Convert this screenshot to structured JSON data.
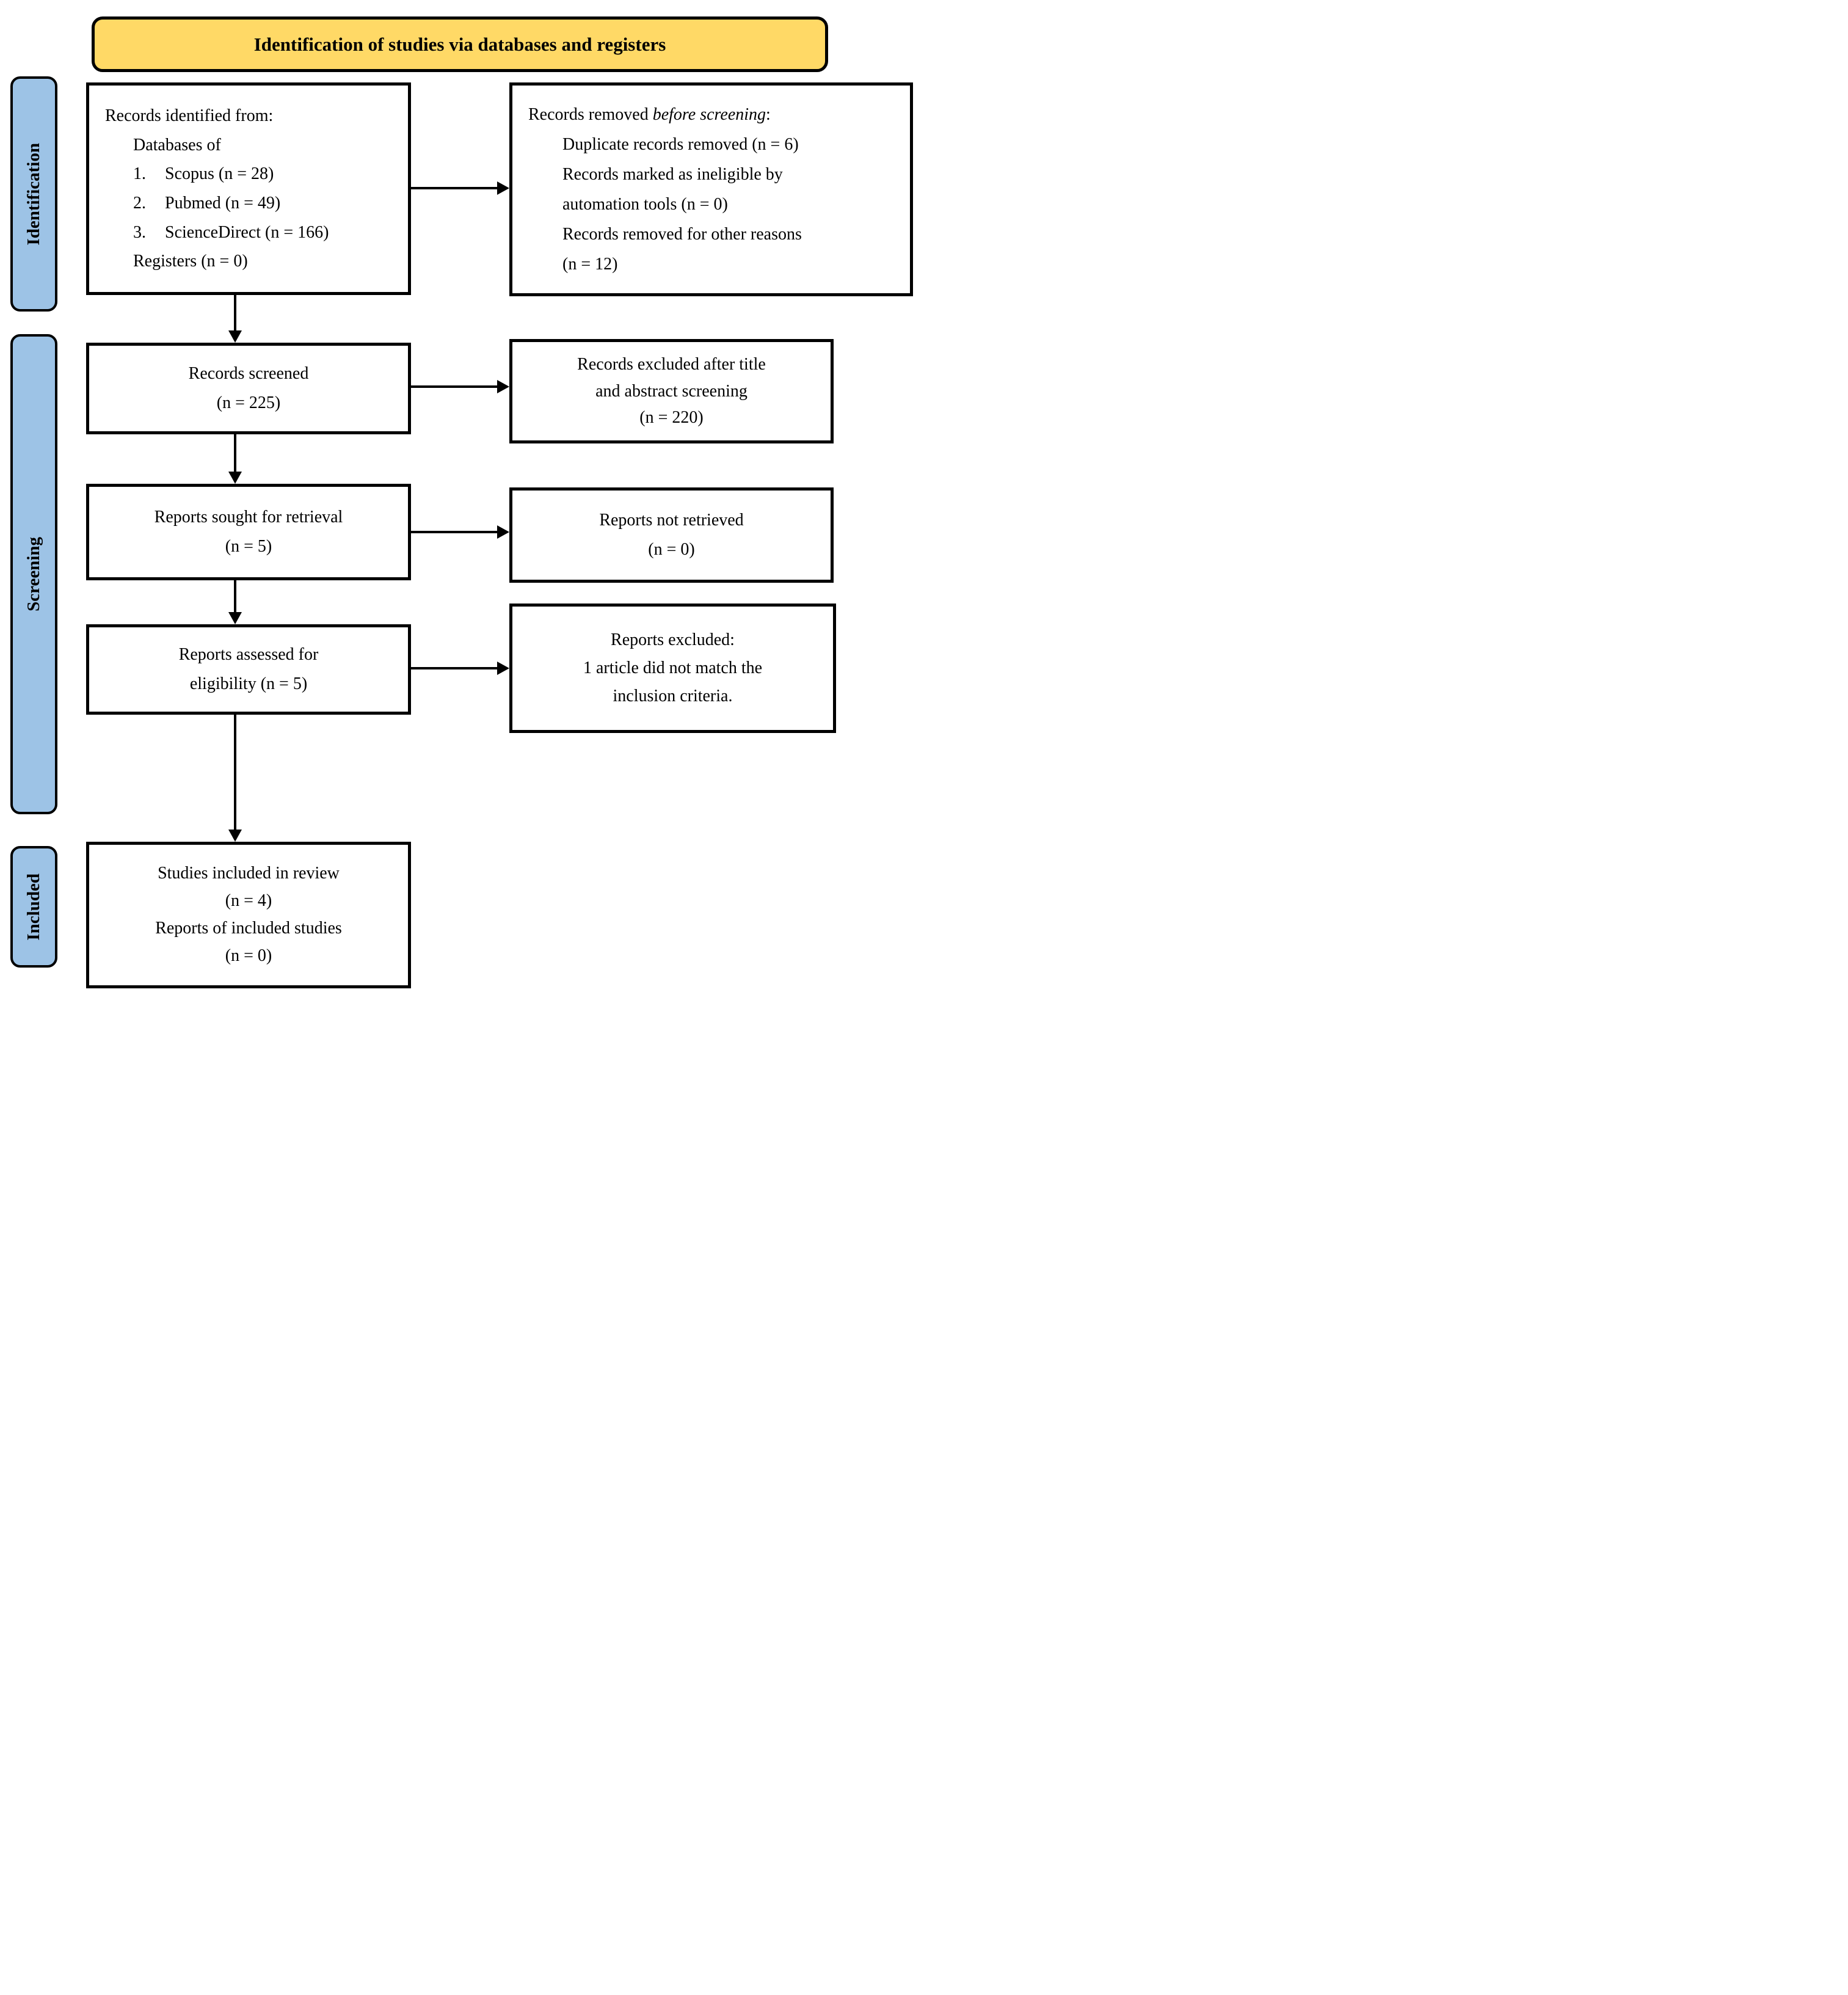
{
  "title": "Identification of studies via databases and registers",
  "sidebar": {
    "identification": "Identification",
    "screening": "Screening",
    "included": "Included"
  },
  "identification_box": {
    "heading": "Records identified from:",
    "subheading": "Databases of",
    "databases": [
      {
        "num": "1.",
        "text": "Scopus (n = 28)"
      },
      {
        "num": "2.",
        "text": "Pubmed (n = 49)"
      },
      {
        "num": "3.",
        "text": "ScienceDirect (n = 166)"
      }
    ],
    "registers": "Registers (n = 0)"
  },
  "removed_box": {
    "heading_prefix": "Records removed ",
    "heading_italic": "before screening",
    "heading_suffix": ":",
    "lines": [
      "Duplicate records removed (n = 6)",
      "Records marked as ineligible by",
      "automation tools (n = 0)",
      "Records removed for other reasons",
      "(n = 12)"
    ]
  },
  "screened_box": {
    "line1": "Records screened",
    "line2": "(n = 225)"
  },
  "excluded_title_box": {
    "line1": "Records excluded after title",
    "line2": "and abstract screening",
    "line3": "(n = 220)"
  },
  "sought_box": {
    "line1": "Reports sought for retrieval",
    "line2": "(n = 5)"
  },
  "not_retrieved_box": {
    "line1": "Reports not retrieved",
    "line2": "(n = 0)"
  },
  "assessed_box": {
    "line1": "Reports assessed for",
    "line2": "eligibility (n = 5)"
  },
  "reports_excluded_box": {
    "line1": "Reports excluded:",
    "line2": "1 article did not match the",
    "line3": "inclusion criteria."
  },
  "included_box": {
    "line1": "Studies included in review",
    "line2": "(n = 4)",
    "line3": "Reports of included studies",
    "line4": "(n = 0)"
  },
  "colors": {
    "banner_bg": "#FFD966",
    "sidebar_bg": "#9DC3E6",
    "border": "#000000",
    "box_bg": "#FFFFFF"
  }
}
